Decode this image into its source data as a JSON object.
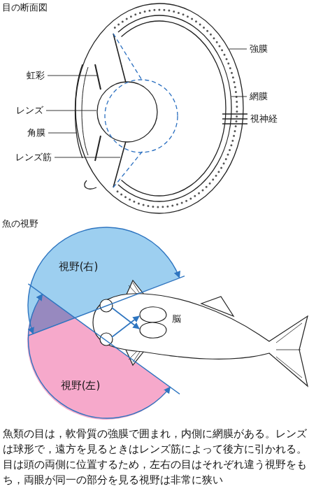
{
  "diagram": {
    "title": "目の断面図",
    "caption": "魚類の目は，軟骨質の強膜で囲まれ，内側に網膜がある。レンズは球形で，遠方を見るときはレンズ筋によって後方に引かれる。目は頭の両側に位置するため，左右の目はそれぞれ違う視野をもち，両眼が同一の部分を見る視野は非常に狭い",
    "nodes": [
      {
        "text": [
          "視野(右)"
        ]
      },
      {
        "text": [
          "視野(左)"
        ]
      }
    ],
    "labels": [
      "強膜",
      "網膜",
      "視神経",
      "虹彩",
      "レンズ",
      "角膜",
      "レンズ筋",
      "魚の視野",
      "脳"
    ]
  }
}
